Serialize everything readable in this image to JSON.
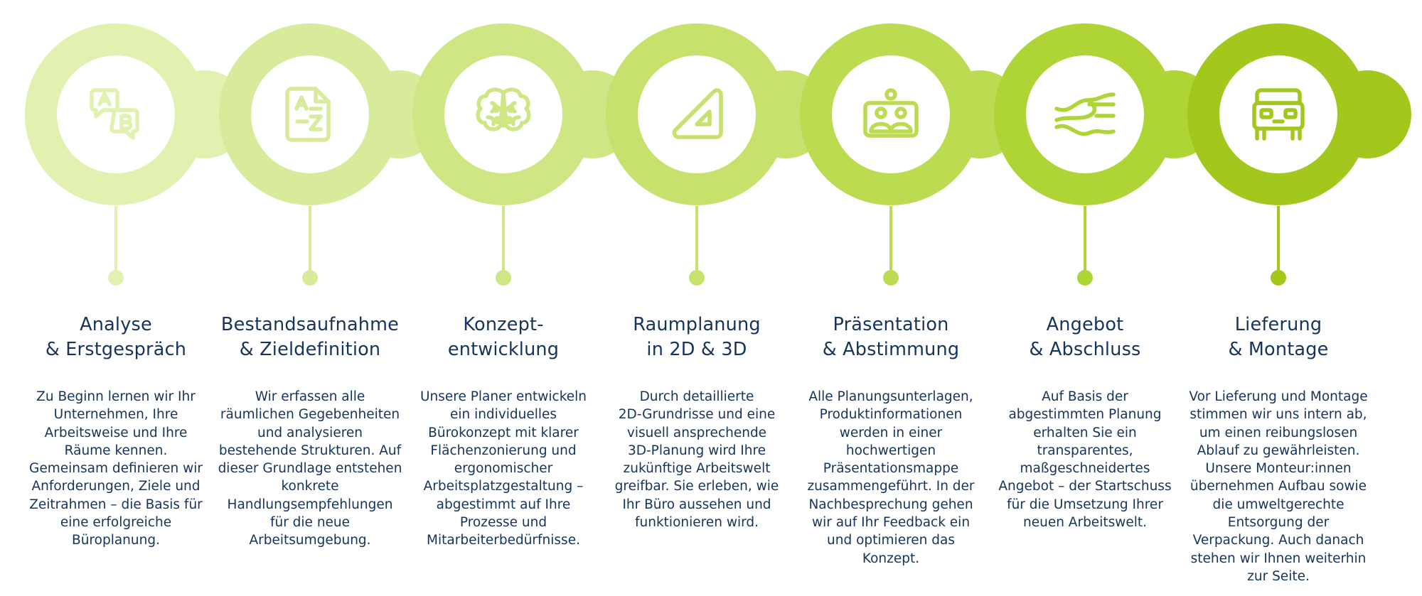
{
  "colors": {
    "text": "#16345b",
    "white": "#ffffff"
  },
  "steps": [
    {
      "color": "#e2f0b0",
      "icon": "chat-ab-icon",
      "title": [
        "Analyse",
        "& Erstgespräch"
      ],
      "desc": [
        "Zu Beginn lernen wir Ihr",
        "Unternehmen, Ihre",
        "Arbeitsweise und Ihre",
        "Räume kennen.",
        "Gemeinsam definieren wir",
        "Anforderungen, Ziele und",
        "Zeitrahmen – die Basis für",
        "eine erfolgreiche",
        "Büroplanung."
      ]
    },
    {
      "color": "#d8eb9b",
      "icon": "document-az-icon",
      "title": [
        "Bestandsaufnahme",
        "& Zieldefinition"
      ],
      "desc": [
        "Wir erfassen alle",
        "räumlichen Gegebenheiten",
        "und analysieren",
        "bestehende Strukturen. Auf",
        "dieser Grundlage entstehen",
        "konkrete",
        "Handlungsempfehlungen",
        "für die neue",
        "Arbeitsumgebung."
      ]
    },
    {
      "color": "#cfe684",
      "icon": "brain-icon",
      "title": [
        "Konzept-",
        "entwicklung"
      ],
      "desc": [
        "Unsere Planer entwickeln",
        "ein individuelles",
        "Bürokonzept mit klarer",
        "Flächenzonierung und",
        "ergonomischer",
        "Arbeitsplatzgestaltung –",
        "abgestimmt auf Ihre",
        "Prozesse und",
        "Mitarbeiterbedürfnisse."
      ]
    },
    {
      "color": "#c6e16c",
      "icon": "set-square-icon",
      "title": [
        "Raumplanung",
        "in 2D & 3D"
      ],
      "desc": [
        "Durch detaillierte",
        "2D-Grundrisse und eine",
        "visuell ansprechende",
        "3D-Planung wird Ihre",
        "zukünftige Arbeitswelt",
        "greifbar. Sie erleben, wie",
        "Ihr Büro aussehen und",
        "funktionieren wird."
      ]
    },
    {
      "color": "#bbdb50",
      "icon": "presentation-people-icon",
      "title": [
        "Präsentation",
        "& Abstimmung"
      ],
      "desc": [
        "Alle Planungsunterlagen,",
        "Produktinformationen",
        "werden in einer",
        "hochwertigen",
        "Präsentationsmappe",
        "zusammengeführt. In der",
        "Nachbesprechung gehen",
        "wir auf Ihr Feedback ein",
        "und optimieren das",
        "Konzept."
      ]
    },
    {
      "color": "#afd436",
      "icon": "handshake-icon",
      "title": [
        "Angebot",
        "& Abschluss"
      ],
      "desc": [
        "Auf Basis der",
        "abgestimmten Planung",
        "erhalten Sie ein",
        "transparentes,",
        "maßgeschneidertes",
        "Angebot – der Startschuss",
        "für die Umsetzung Ihrer",
        "neuen Arbeitswelt."
      ]
    },
    {
      "color": "#a2c81e",
      "icon": "van-front-icon",
      "title": [
        "Lieferung",
        "& Montage"
      ],
      "desc": [
        "Vor Lieferung und Montage",
        "stimmen wir uns intern ab,",
        "um einen reibungslosen",
        "Ablauf zu gewährleisten.",
        "Unsere Monteur:innen",
        "übernehmen Aufbau sowie",
        "die umweltgerechte",
        "Entsorgung der",
        "Verpackung. Auch danach",
        "stehen wir Ihnen weiterhin",
        "zur Seite."
      ]
    }
  ]
}
